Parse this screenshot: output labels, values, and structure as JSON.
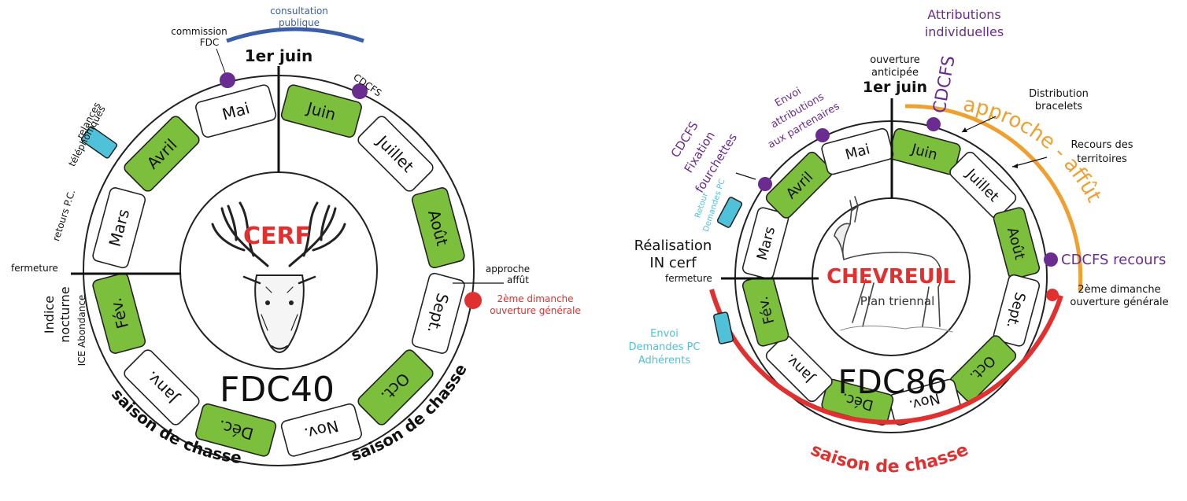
{
  "colors": {
    "green": "#7bbf3c",
    "white_box": "#ffffff",
    "box_stroke": "#222222",
    "purple": "#6a2c91",
    "red": "#e03030",
    "orange": "#f0a030",
    "blue": "#3a5ea8",
    "cyan": "#4fc1d8",
    "black": "#111111"
  },
  "left": {
    "title_animal": "CERF",
    "fdc": "FDC40",
    "months": [
      {
        "label": "Mai",
        "green": false
      },
      {
        "label": "Juin",
        "green": true
      },
      {
        "label": "Juillet",
        "green": false
      },
      {
        "label": "Août",
        "green": true
      },
      {
        "label": "Sept.",
        "green": false
      },
      {
        "label": "Oct.",
        "green": true
      },
      {
        "label": "Nov.",
        "green": false
      },
      {
        "label": "Déc.",
        "green": true
      },
      {
        "label": "Janv.",
        "green": false
      },
      {
        "label": "Fév.",
        "green": true
      },
      {
        "label": "Mars",
        "green": false
      },
      {
        "label": "Avril",
        "green": true
      }
    ],
    "june_label": "1er juin",
    "consultation": [
      "consultation",
      "publique"
    ],
    "commission": [
      "commission",
      "FDC"
    ],
    "cdcfs": "CDCFS",
    "relances": [
      "relances",
      "téléphoniques"
    ],
    "retours": "retours P.C.",
    "fermeture": "fermeture",
    "indice": [
      "Indice",
      "nocturne"
    ],
    "ice": "ICE Abondance",
    "approche": [
      "approche",
      "affût"
    ],
    "dimanche": [
      "2ème dimanche",
      "ouverture générale"
    ],
    "saison_left": "saison de chasse",
    "saison_right": "saison de chasse"
  },
  "right": {
    "title_animal": "CHEVREUIL",
    "subtitle": "Plan triennal",
    "fdc": "FDC86",
    "months": [
      {
        "label": "Juin",
        "green": true
      },
      {
        "label": "Juillet",
        "green": false
      },
      {
        "label": "Août",
        "green": true
      },
      {
        "label": "Sept.",
        "green": false
      },
      {
        "label": "Oct.",
        "green": true
      },
      {
        "label": "Nov.",
        "green": false
      },
      {
        "label": "Déc.",
        "green": true
      },
      {
        "label": "Janv.",
        "green": false
      },
      {
        "label": "Fév.",
        "green": true
      },
      {
        "label": "Mars",
        "green": false
      },
      {
        "label": "Avril",
        "green": true
      },
      {
        "label": "Mai",
        "green": false
      }
    ],
    "attributions": [
      "Attributions",
      "individuelles"
    ],
    "ouverture_anticipee": [
      "ouverture",
      "anticipée"
    ],
    "june_label": "1er juin",
    "cdcfs_vertical": "CDCFS",
    "approche_affut": "approche - affût",
    "distribution": [
      "Distribution",
      "bracelets"
    ],
    "recours_territoires": [
      "Recours des",
      "territoires"
    ],
    "envoi_partenaires": [
      "Envoi",
      "attributions",
      "aux partenaires"
    ],
    "cdcfs_fixation": [
      "CDCFS",
      "Fixation",
      "fourchettes"
    ],
    "retour_demandes": [
      "Retour",
      "Demandes PC"
    ],
    "realisation": [
      "Réalisation",
      "IN cerf"
    ],
    "fermeture": "fermeture",
    "cdcfs_recours": "CDCFS recours",
    "dimanche": [
      "2ème dimanche",
      "ouverture générale"
    ],
    "envoi_demandes": [
      "Envoi",
      "Demandes PC",
      "Adhérents"
    ],
    "saison": "saison de chasse"
  }
}
